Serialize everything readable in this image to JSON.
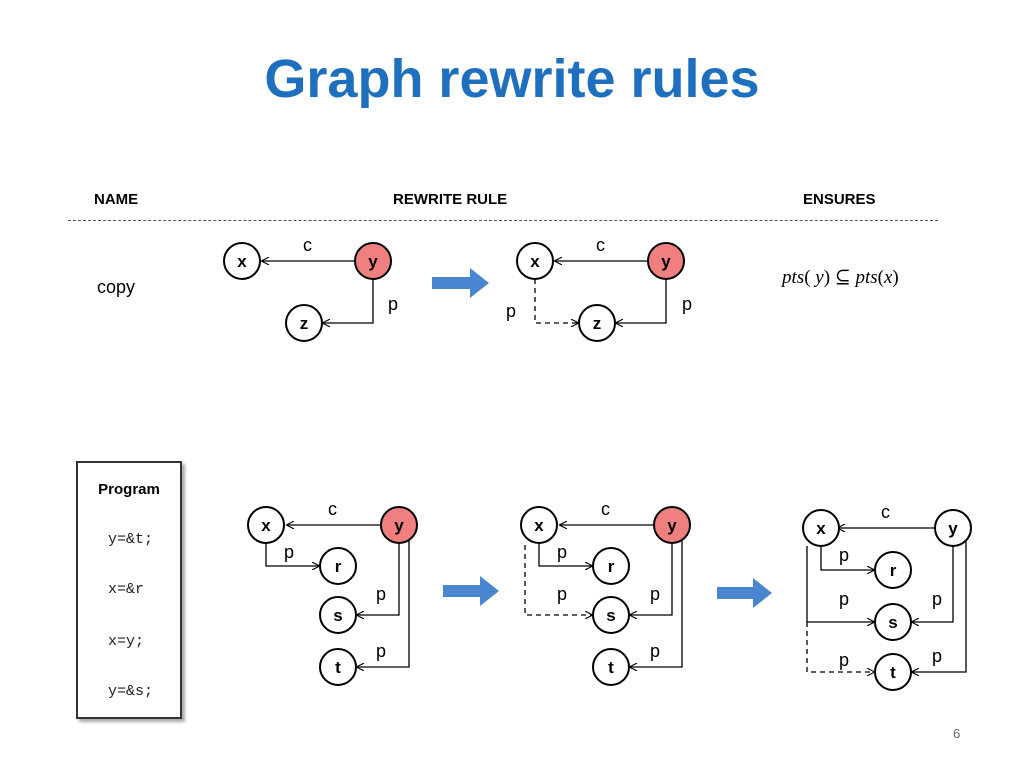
{
  "title": "Graph rewrite rules",
  "table": {
    "headers": {
      "name": "NAME",
      "rule": "REWRITE RULE",
      "ensures": "ENSURES"
    },
    "rule": {
      "name": "copy",
      "ensures": {
        "lhs": "pts",
        "lvar": "y",
        "op": "⊆",
        "rhs": "pts",
        "rvar": "x"
      }
    }
  },
  "program": {
    "title": "Program",
    "lines": [
      "y=&t;",
      "x=&r",
      "x=y;",
      "y=&s;"
    ]
  },
  "nodes": {
    "x": "x",
    "y": "y",
    "z": "z",
    "r": "r",
    "s": "s",
    "t": "t"
  },
  "edges": {
    "c": "c",
    "p": "p"
  },
  "colors": {
    "title": "#1f6fbf",
    "highlight": "#f08080",
    "arrow": "#4a86d0"
  },
  "page_number": "6"
}
